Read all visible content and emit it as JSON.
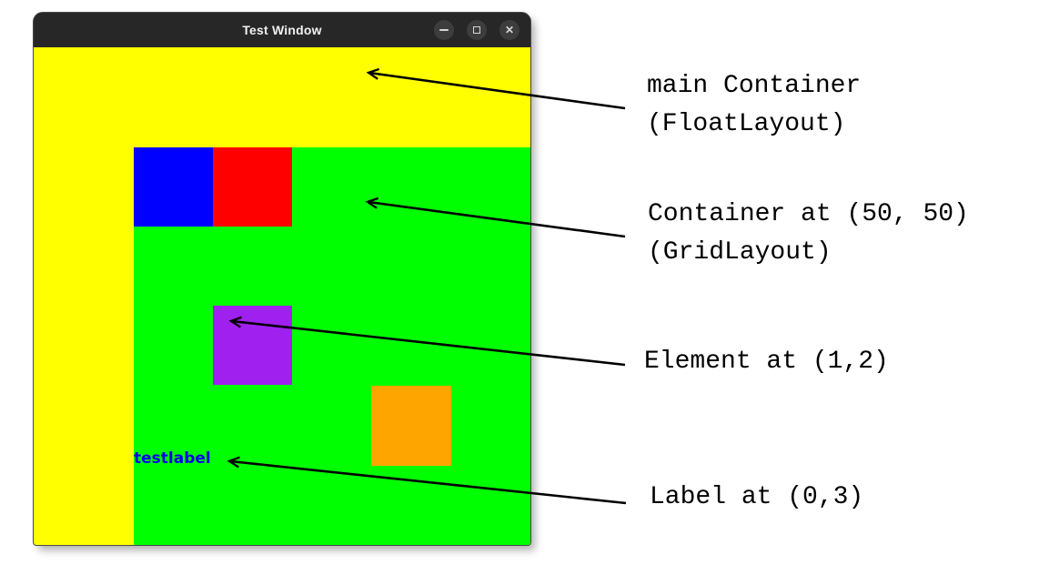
{
  "window": {
    "title": "Test Window",
    "controls": [
      {
        "name": "minimize"
      },
      {
        "name": "maximize"
      },
      {
        "name": "close",
        "glyph": "✕"
      }
    ]
  },
  "layout_demo": {
    "label_text": "testlabel"
  },
  "annotations": [
    {
      "lines": [
        "main Container",
        "(FloatLayout)"
      ]
    },
    {
      "lines": [
        "Container at (50, 50)",
        "(GridLayout)"
      ]
    },
    {
      "lines": [
        "Element at (1,2)"
      ]
    },
    {
      "lines": [
        "Label at (0,3)"
      ]
    }
  ],
  "colors": {
    "titlebar": "#272727",
    "title_text": "#f0f0f0",
    "control_circle": "#3d3d3d",
    "control_glyph": "#d6d6d6",
    "float_layout_bg": "#ffff00",
    "grid_layout_bg": "#00ff00",
    "block_blue": "#0000ff",
    "block_red": "#ff0000",
    "block_purple": "#a020f0",
    "block_orange": "#ffa500",
    "label_blue": "#0000ee",
    "arrow": "#000000"
  }
}
